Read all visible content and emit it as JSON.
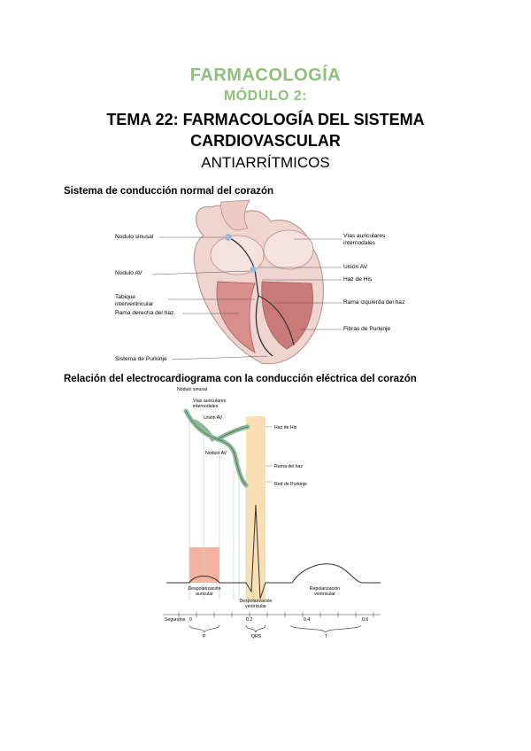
{
  "header": {
    "title": "FARMACOLOGÍA",
    "module": "MÓDULO 2:",
    "topic_line1": "TEMA 22: FARMACOLOGÍA DEL SISTEMA",
    "topic_line2": "CARDIOVASCULAR",
    "subtopic": "ANTIARRÍTMICOS"
  },
  "colors": {
    "heading_green": "#8bc17a",
    "muscle_red": "#c97a78",
    "atrium_pink": "#efc9c4",
    "qrs_band": "#f9dfb3"
  },
  "figure1": {
    "heading": "Sistema de conducción normal del corazón",
    "labels_left": [
      "Nodulo sinusal",
      "Nodulo AV",
      "Tabique",
      "interventricular",
      "Rama derecha del haz",
      "Sistema de Purkinje"
    ],
    "labels_right": [
      "Vías auriculares",
      "internodales",
      "Unión AV",
      "Haz de His",
      "Rama izquierda del haz",
      "Fibras de Purkinje"
    ]
  },
  "figure2": {
    "heading": "Relación del electrocardiograma con la conducción eléctrica del corazón",
    "labels": [
      "Nódulo sinusal",
      "Vías auriculares",
      "internodales",
      "Unión AV",
      "Nodulo AV",
      "Haz de His",
      "Rama del haz",
      "Red de Purkinje"
    ],
    "wave_labels": {
      "p": [
        "Despolarización",
        "auricular"
      ],
      "qrs": [
        "Despolarización",
        "ventricular"
      ],
      "t": [
        "Repolarización",
        "ventricular"
      ]
    },
    "axis_label": "Segundos",
    "ticks": [
      "0",
      "0.2",
      "0.4",
      "0.6"
    ],
    "intervals": [
      "P",
      "QRS",
      "T"
    ]
  }
}
